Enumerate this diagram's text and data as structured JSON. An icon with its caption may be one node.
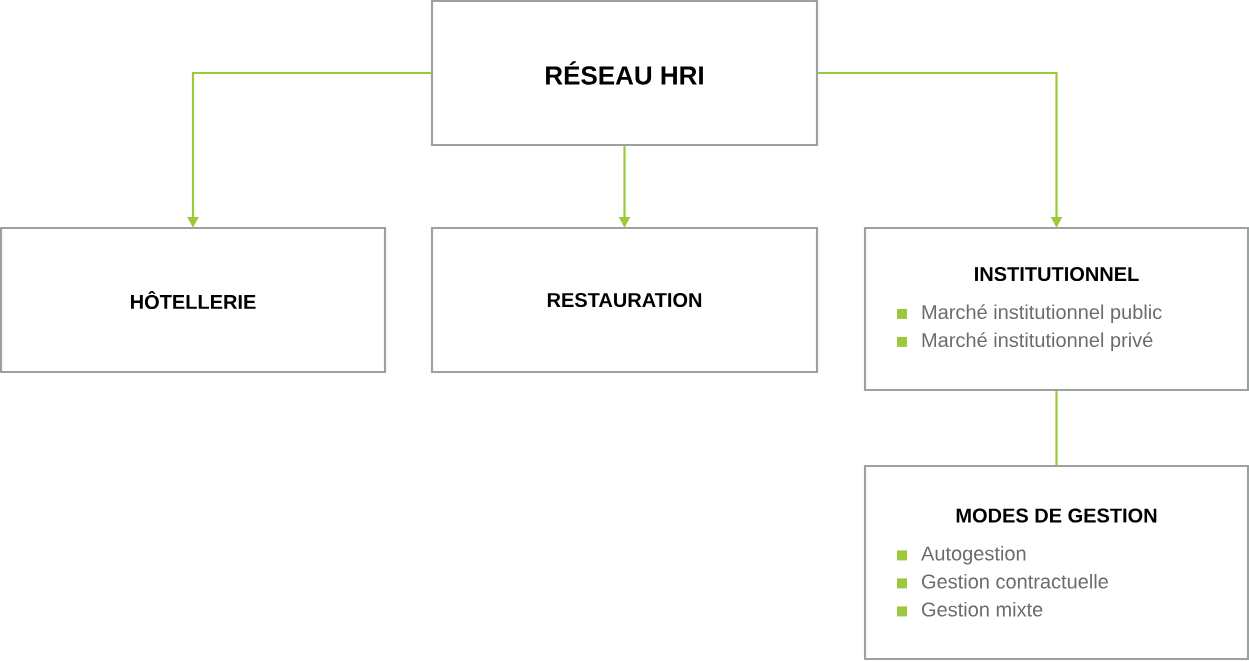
{
  "diagram": {
    "nodes": [
      {
        "text": [
          "RÉSEAU HRI"
        ]
      },
      {
        "text": [
          "HÔTELLERIE"
        ]
      },
      {
        "text": [
          "RESTAURATION"
        ]
      },
      {
        "text": [
          "INSTITUTIONNEL",
          "Marché institutionnel public",
          "Marché institutionnel privé"
        ]
      },
      {
        "text": [
          "MODES DE GESTION",
          "Autogestion",
          "Gestion contractuelle",
          "Gestion mixte"
        ]
      }
    ],
    "edges": [
      {
        "from": 0,
        "to": 1,
        "arrow": "to"
      },
      {
        "from": 0,
        "to": 2,
        "arrow": "to"
      },
      {
        "from": 0,
        "to": 3,
        "arrow": "to"
      },
      {
        "from": 3,
        "to": 4,
        "arrow": "none"
      }
    ]
  }
}
